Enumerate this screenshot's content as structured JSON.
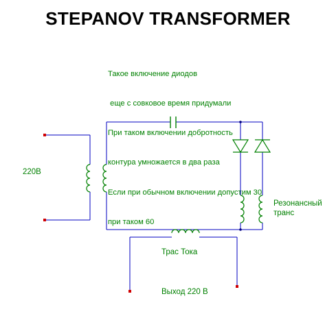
{
  "title": "STEPANOV TRANSFORMER",
  "note_lines": [
    "Такое включение диодов",
    " еще с совковое время придумали",
    "При таком включении добротность",
    "контура умножается в два раза",
    "Если при обычном включении допустим 30",
    "при таком 60"
  ],
  "labels": {
    "input": "220В",
    "resonant_1": "Резонансный",
    "resonant_2": "транс",
    "current_transformer": "Трас Тока",
    "output": "Выход 220 В"
  },
  "colors": {
    "wire": "#0000c0",
    "component": "#008000",
    "terminal": "#d00000",
    "node": "#000080",
    "text": "#008000",
    "title": "#000000"
  }
}
